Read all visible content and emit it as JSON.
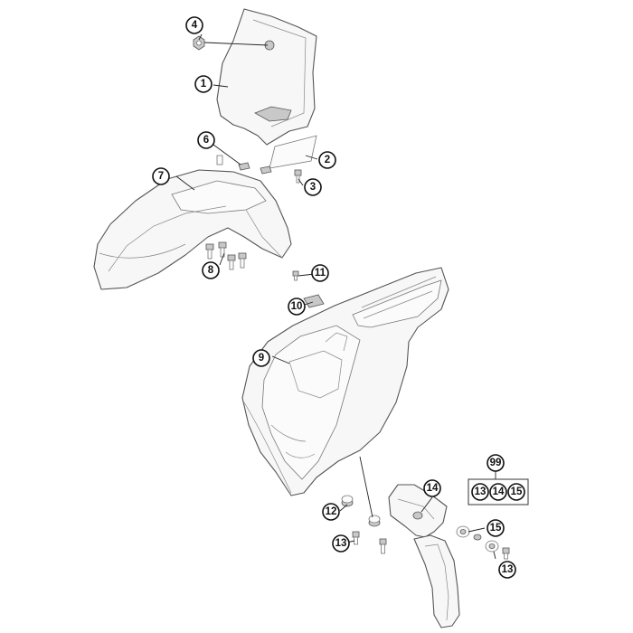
{
  "callouts": [
    {
      "id": "c4",
      "label": "4"
    },
    {
      "id": "c1",
      "label": "1"
    },
    {
      "id": "c6",
      "label": "6"
    },
    {
      "id": "c2",
      "label": "2"
    },
    {
      "id": "c3",
      "label": "3"
    },
    {
      "id": "c7",
      "label": "7"
    },
    {
      "id": "c8",
      "label": "8"
    },
    {
      "id": "c11",
      "label": "11"
    },
    {
      "id": "c10",
      "label": "10"
    },
    {
      "id": "c9",
      "label": "9"
    },
    {
      "id": "c99",
      "label": "99"
    },
    {
      "id": "c13a",
      "label": "13"
    },
    {
      "id": "c14a",
      "label": "14"
    },
    {
      "id": "c15a",
      "label": "15"
    },
    {
      "id": "c14b",
      "label": "14"
    },
    {
      "id": "c12",
      "label": "12"
    },
    {
      "id": "c15b",
      "label": "15"
    },
    {
      "id": "c13b",
      "label": "13"
    },
    {
      "id": "c13c",
      "label": "13"
    }
  ]
}
